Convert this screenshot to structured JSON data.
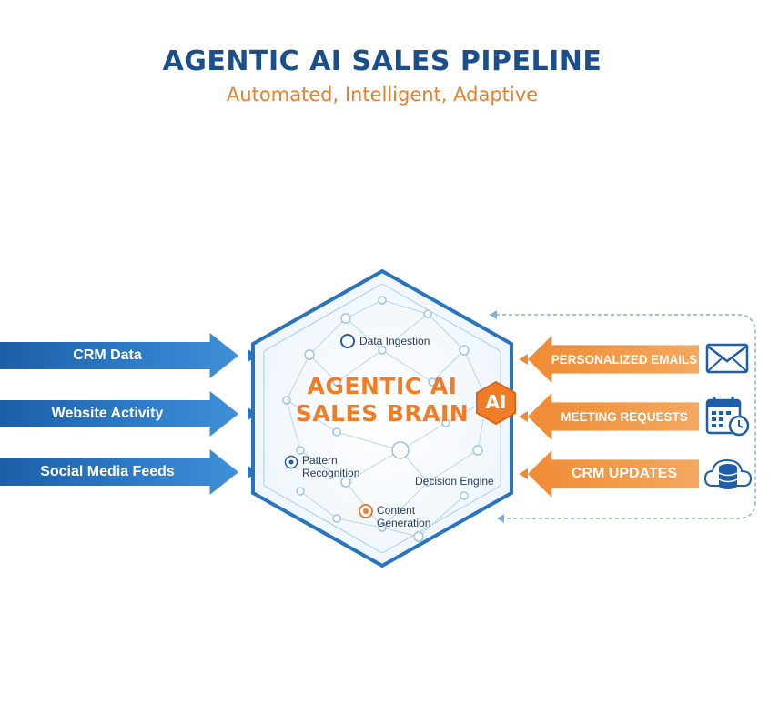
{
  "header": {
    "title": "AGENTIC AI SALES PIPELINE",
    "subtitle": "Automated, Intelligent, Adaptive"
  },
  "inputs": [
    {
      "label": "CRM Data"
    },
    {
      "label": "Website Activity"
    },
    {
      "label": "Social Media Feeds"
    }
  ],
  "brain": {
    "title_line1": "AGENTIC AI",
    "title_line2": "SALES BRAIN",
    "badge": "AI",
    "nodes": {
      "data_ingestion": "Data Ingestion",
      "pattern_recognition_1": "Pattern",
      "pattern_recognition_2": "Recognition",
      "decision_engine": "Decision Engine",
      "content_generation_1": "Content",
      "content_generation_2": "Generation"
    }
  },
  "outputs": [
    {
      "label": "PERSONALIZED EMAILS",
      "icon": "envelope-icon"
    },
    {
      "label": "MEETING REQUESTS",
      "icon": "calendar-icon"
    },
    {
      "label": "CRM UPDATES",
      "icon": "database-cloud-icon"
    }
  ],
  "colors": {
    "blue": "#1a4e8c",
    "orange": "#f07d26",
    "input_arrow": "#2a74bf",
    "output_arrow": "#f29a48"
  }
}
